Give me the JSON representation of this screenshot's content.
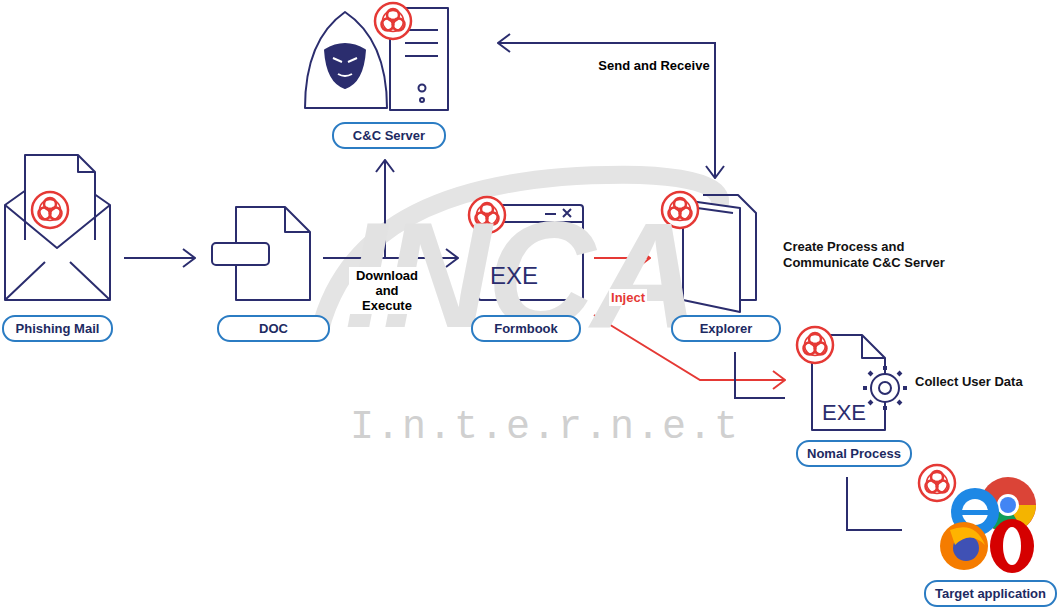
{
  "diagram": {
    "nodes": [
      {
        "text": [
          "Phishing Mail"
        ]
      },
      {
        "text": [
          "DOC"
        ]
      },
      {
        "text": [
          "C&C Server"
        ]
      },
      {
        "text": [
          "Formbook"
        ]
      },
      {
        "text": [
          "Explorer"
        ]
      },
      {
        "text": [
          "Nomal Process"
        ]
      },
      {
        "text": [
          "Target application"
        ]
      }
    ],
    "edges": [
      {
        "from": 0,
        "to": 1,
        "arrow": "to"
      },
      {
        "from": 1,
        "to": 2,
        "arrow": "to"
      },
      {
        "from": 1,
        "to": 3,
        "label": "Download and Execute",
        "arrow": "to"
      },
      {
        "from": 3,
        "to": 4,
        "label": "Inject",
        "arrow": "to"
      },
      {
        "from": 3,
        "to": 5,
        "arrow": "to"
      },
      {
        "from": 2,
        "to": 4,
        "label": "Send and Receive",
        "arrow": "both"
      },
      {
        "from": 4,
        "to": 5,
        "arrow": "none"
      },
      {
        "from": 5,
        "to": 6,
        "arrow": "none"
      }
    ],
    "labels": [
      "Create Process and Communicate C&C Server",
      "Collect User Data",
      "EXE",
      "EXE",
      "INCA",
      "I.n.t.e.r.n.e.t"
    ]
  }
}
